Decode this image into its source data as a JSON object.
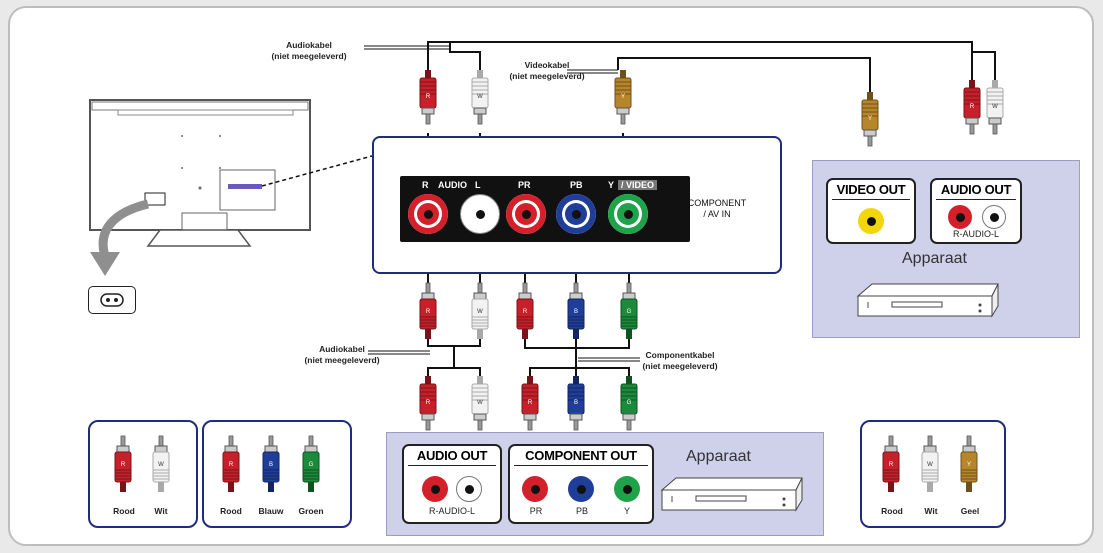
{
  "labels": {
    "audiokabel_top": [
      "Audiokabel",
      "(niet meegeleverd)"
    ],
    "videokabel": [
      "Videokabel",
      "(niet meegeleverd)"
    ],
    "audiokabel_mid": [
      "Audiokabel",
      "(niet meegeleverd)"
    ],
    "componentkabel": [
      "Componentkabel",
      "(niet meegeleverd)"
    ]
  },
  "tv_panel": {
    "audio_r": "R",
    "audio_text": "AUDIO",
    "audio_l": "L",
    "pr": "PR",
    "pb": "PB",
    "y": "Y",
    "video_text": "/ VIDEO",
    "component_av_in": [
      "COMPONENT",
      "/ AV IN"
    ]
  },
  "device_right": {
    "video_out": "VIDEO OUT",
    "audio_out": "AUDIO OUT",
    "audio_sub": "R-AUDIO-L",
    "name": "Apparaat"
  },
  "device_bottom": {
    "audio_out": "AUDIO OUT",
    "audio_sub": "R-AUDIO-L",
    "component_out": "COMPONENT OUT",
    "pr": "PR",
    "pb": "PB",
    "y": "Y",
    "name": "Apparaat"
  },
  "legend_left_1": {
    "items": [
      "Rood",
      "Wit"
    ]
  },
  "legend_left_2": {
    "items": [
      "Rood",
      "Blauw",
      "Groen"
    ]
  },
  "legend_right": {
    "items": [
      "Rood",
      "Wit",
      "Geel"
    ]
  },
  "plug_letters": {
    "red": "R",
    "white": "W",
    "yellow": "Y",
    "blue": "B",
    "green": "G"
  },
  "colors": {
    "red": "#c8202a",
    "white": "#f2f2f2",
    "yellow": "#b8862a",
    "blue": "#1f3e9a",
    "green": "#1b8a3a",
    "panel_border": "#1f2c7d",
    "device_panel": "#cfd0ea"
  },
  "icons": [
    "power-socket-icon",
    "dvd-player-icon",
    "arrow-icon"
  ]
}
